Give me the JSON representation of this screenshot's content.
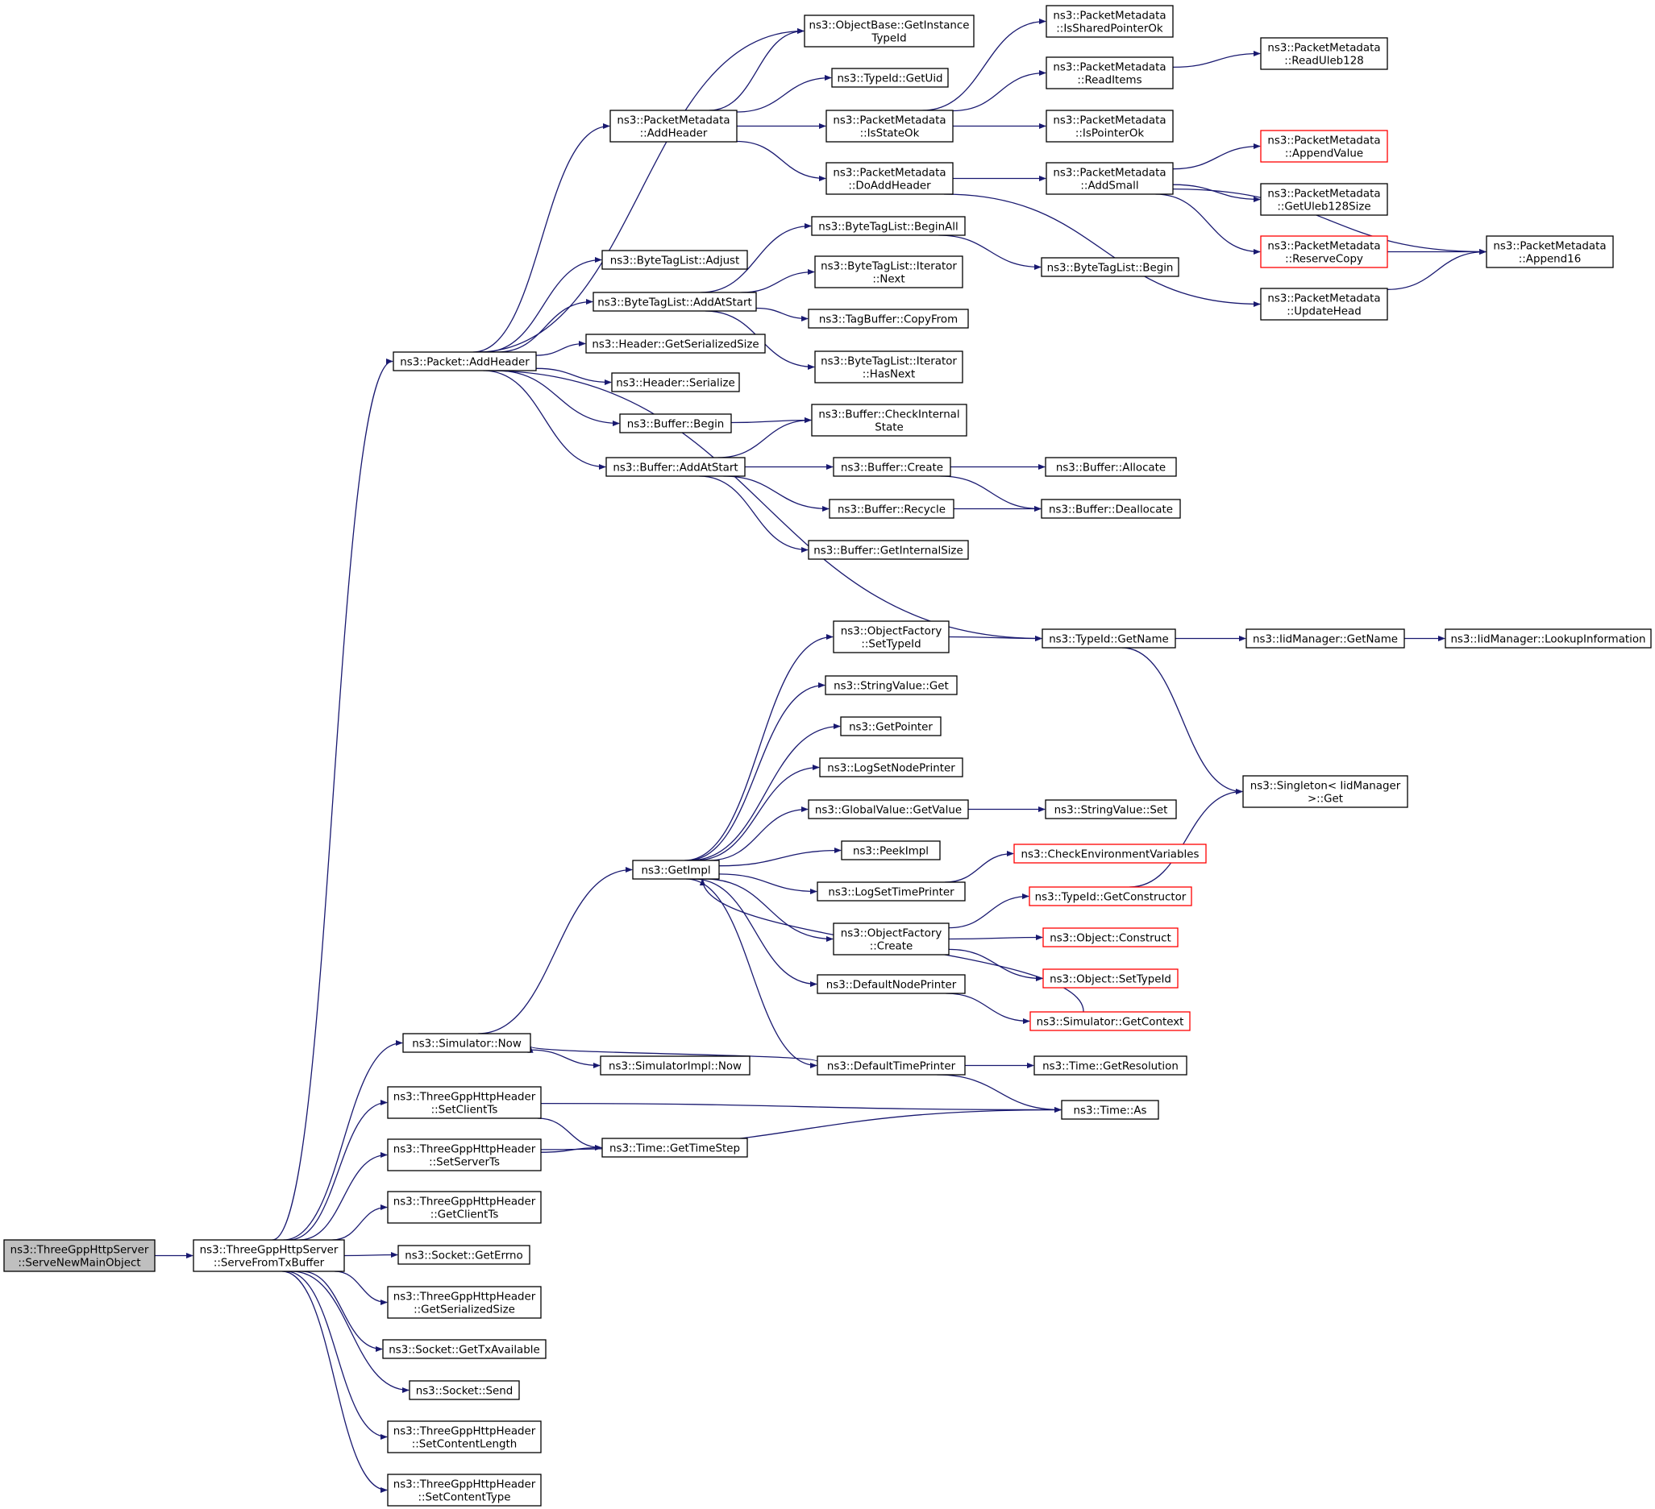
{
  "colors": {
    "edge": "#191970",
    "node_border": "#000000",
    "truncated_border": "#ff0000",
    "root_fill": "#bfbfbf"
  },
  "nodes": [
    {
      "id": "serveNewMain",
      "lines": [
        "ns3::ThreeGppHttpServer",
        "::ServeNewMainObject"
      ],
      "root": true
    },
    {
      "id": "serveFromTx",
      "lines": [
        "ns3::ThreeGppHttpServer",
        "::ServeFromTxBuffer"
      ]
    },
    {
      "id": "packetAddHeader",
      "lines": [
        "ns3::Packet::AddHeader"
      ]
    },
    {
      "id": "objBaseGetInst",
      "lines": [
        "ns3::ObjectBase::GetInstance",
        "TypeId"
      ]
    },
    {
      "id": "pmAddHeader",
      "lines": [
        "ns3::PacketMetadata",
        "::AddHeader"
      ]
    },
    {
      "id": "typeIdGetUid",
      "lines": [
        "ns3::TypeId::GetUid"
      ]
    },
    {
      "id": "pmIsStateOk",
      "lines": [
        "ns3::PacketMetadata",
        "::IsStateOk"
      ]
    },
    {
      "id": "pmIsShared",
      "lines": [
        "ns3::PacketMetadata",
        "::IsSharedPointerOk"
      ]
    },
    {
      "id": "pmReadItems",
      "lines": [
        "ns3::PacketMetadata",
        "::ReadItems"
      ]
    },
    {
      "id": "pmReadUleb",
      "lines": [
        "ns3::PacketMetadata",
        "::ReadUleb128"
      ]
    },
    {
      "id": "pmIsPointerOk",
      "lines": [
        "ns3::PacketMetadata",
        "::IsPointerOk"
      ]
    },
    {
      "id": "pmDoAddHeader",
      "lines": [
        "ns3::PacketMetadata",
        "::DoAddHeader"
      ]
    },
    {
      "id": "pmAddSmall",
      "lines": [
        "ns3::PacketMetadata",
        "::AddSmall"
      ]
    },
    {
      "id": "pmAppendValue",
      "lines": [
        "ns3::PacketMetadata",
        "::AppendValue"
      ],
      "truncated": true
    },
    {
      "id": "pmGetUlebSize",
      "lines": [
        "ns3::PacketMetadata",
        "::GetUleb128Size"
      ]
    },
    {
      "id": "pmReserveCopy",
      "lines": [
        "ns3::PacketMetadata",
        "::ReserveCopy"
      ],
      "truncated": true
    },
    {
      "id": "pmAppend16",
      "lines": [
        "ns3::PacketMetadata",
        "::Append16"
      ]
    },
    {
      "id": "pmUpdateHead",
      "lines": [
        "ns3::PacketMetadata",
        "::UpdateHead"
      ]
    },
    {
      "id": "btlAdjust",
      "lines": [
        "ns3::ByteTagList::Adjust"
      ]
    },
    {
      "id": "btlAddAtStart",
      "lines": [
        "ns3::ByteTagList::AddAtStart"
      ]
    },
    {
      "id": "btlBeginAll",
      "lines": [
        "ns3::ByteTagList::BeginAll"
      ]
    },
    {
      "id": "btlBegin",
      "lines": [
        "ns3::ByteTagList::Begin"
      ]
    },
    {
      "id": "btlIterNext",
      "lines": [
        "ns3::ByteTagList::Iterator",
        "::Next"
      ]
    },
    {
      "id": "tagBufCopyFrom",
      "lines": [
        "ns3::TagBuffer::CopyFrom"
      ]
    },
    {
      "id": "btlIterHasNext",
      "lines": [
        "ns3::ByteTagList::Iterator",
        "::HasNext"
      ]
    },
    {
      "id": "hdrGetSerSize",
      "lines": [
        "ns3::Header::GetSerializedSize"
      ]
    },
    {
      "id": "hdrSerialize",
      "lines": [
        "ns3::Header::Serialize"
      ]
    },
    {
      "id": "bufBegin",
      "lines": [
        "ns3::Buffer::Begin"
      ]
    },
    {
      "id": "bufCheckInternal",
      "lines": [
        "ns3::Buffer::CheckInternal",
        "State"
      ]
    },
    {
      "id": "bufAddAtStart",
      "lines": [
        "ns3::Buffer::AddAtStart"
      ]
    },
    {
      "id": "bufCreate",
      "lines": [
        "ns3::Buffer::Create"
      ]
    },
    {
      "id": "bufAllocate",
      "lines": [
        "ns3::Buffer::Allocate"
      ]
    },
    {
      "id": "bufRecycle",
      "lines": [
        "ns3::Buffer::Recycle"
      ]
    },
    {
      "id": "bufDeallocate",
      "lines": [
        "ns3::Buffer::Deallocate"
      ]
    },
    {
      "id": "bufGetInternalSize",
      "lines": [
        "ns3::Buffer::GetInternalSize"
      ]
    },
    {
      "id": "typeIdGetName",
      "lines": [
        "ns3::TypeId::GetName"
      ]
    },
    {
      "id": "iidGetName",
      "lines": [
        "ns3::IidManager::GetName"
      ]
    },
    {
      "id": "iidLookup",
      "lines": [
        "ns3::IidManager::LookupInformation"
      ]
    },
    {
      "id": "singletonGet",
      "lines": [
        "ns3::Singleton< IidManager",
        " >::Get"
      ]
    },
    {
      "id": "ofSetTypeId",
      "lines": [
        "ns3::ObjectFactory",
        "::SetTypeId"
      ]
    },
    {
      "id": "strValGet",
      "lines": [
        "ns3::StringValue::Get"
      ]
    },
    {
      "id": "getPointer",
      "lines": [
        "ns3::GetPointer"
      ]
    },
    {
      "id": "logSetNodePrinter",
      "lines": [
        "ns3::LogSetNodePrinter"
      ]
    },
    {
      "id": "gvGetValue",
      "lines": [
        "ns3::GlobalValue::GetValue"
      ]
    },
    {
      "id": "strValSet",
      "lines": [
        "ns3::StringValue::Set"
      ]
    },
    {
      "id": "peekImpl",
      "lines": [
        "ns3::PeekImpl"
      ]
    },
    {
      "id": "checkEnvVars",
      "lines": [
        "ns3::CheckEnvironmentVariables"
      ],
      "truncated": true
    },
    {
      "id": "getImpl",
      "lines": [
        "ns3::GetImpl"
      ]
    },
    {
      "id": "logSetTimePrinter",
      "lines": [
        "ns3::LogSetTimePrinter"
      ]
    },
    {
      "id": "typeIdGetCtor",
      "lines": [
        "ns3::TypeId::GetConstructor"
      ],
      "truncated": true
    },
    {
      "id": "ofCreate",
      "lines": [
        "ns3::ObjectFactory",
        "::Create"
      ]
    },
    {
      "id": "objConstruct",
      "lines": [
        "ns3::Object::Construct"
      ],
      "truncated": true
    },
    {
      "id": "objSetTypeId",
      "lines": [
        "ns3::Object::SetTypeId"
      ],
      "truncated": true
    },
    {
      "id": "defNodePrinter",
      "lines": [
        "ns3::DefaultNodePrinter"
      ]
    },
    {
      "id": "simGetContext",
      "lines": [
        "ns3::Simulator::GetContext"
      ],
      "truncated": true
    },
    {
      "id": "simNow",
      "lines": [
        "ns3::Simulator::Now"
      ]
    },
    {
      "id": "simImplNow",
      "lines": [
        "ns3::SimulatorImpl::Now"
      ]
    },
    {
      "id": "defTimePrinter",
      "lines": [
        "ns3::DefaultTimePrinter"
      ]
    },
    {
      "id": "timeGetRes",
      "lines": [
        "ns3::Time::GetResolution"
      ]
    },
    {
      "id": "timeAs",
      "lines": [
        "ns3::Time::As"
      ]
    },
    {
      "id": "hdrSetClientTs",
      "lines": [
        "ns3::ThreeGppHttpHeader",
        "::SetClientTs"
      ]
    },
    {
      "id": "timeGetTimeStep",
      "lines": [
        "ns3::Time::GetTimeStep"
      ]
    },
    {
      "id": "hdrSetServerTs",
      "lines": [
        "ns3::ThreeGppHttpHeader",
        "::SetServerTs"
      ]
    },
    {
      "id": "hdrGetClientTs",
      "lines": [
        "ns3::ThreeGppHttpHeader",
        "::GetClientTs"
      ]
    },
    {
      "id": "sockGetErrno",
      "lines": [
        "ns3::Socket::GetErrno"
      ]
    },
    {
      "id": "hdrGetSerSize2",
      "lines": [
        "ns3::ThreeGppHttpHeader",
        "::GetSerializedSize"
      ]
    },
    {
      "id": "sockGetTxAvail",
      "lines": [
        "ns3::Socket::GetTxAvailable"
      ]
    },
    {
      "id": "sockSend",
      "lines": [
        "ns3::Socket::Send"
      ]
    },
    {
      "id": "hdrSetContentLength",
      "lines": [
        "ns3::ThreeGppHttpHeader",
        "::SetContentLength"
      ]
    },
    {
      "id": "hdrSetContentType",
      "lines": [
        "ns3::ThreeGppHttpHeader",
        "::SetContentType"
      ]
    }
  ],
  "edges": [
    [
      "serveNewMain",
      "serveFromTx"
    ],
    [
      "serveFromTx",
      "packetAddHeader"
    ],
    [
      "serveFromTx",
      "simNow"
    ],
    [
      "serveFromTx",
      "hdrSetClientTs"
    ],
    [
      "serveFromTx",
      "hdrSetServerTs"
    ],
    [
      "serveFromTx",
      "hdrGetClientTs"
    ],
    [
      "serveFromTx",
      "sockGetErrno"
    ],
    [
      "serveFromTx",
      "hdrGetSerSize2"
    ],
    [
      "serveFromTx",
      "sockGetTxAvail"
    ],
    [
      "serveFromTx",
      "sockSend"
    ],
    [
      "serveFromTx",
      "hdrSetContentLength"
    ],
    [
      "serveFromTx",
      "hdrSetContentType"
    ],
    [
      "packetAddHeader",
      "objBaseGetInst"
    ],
    [
      "packetAddHeader",
      "pmAddHeader"
    ],
    [
      "packetAddHeader",
      "btlAdjust"
    ],
    [
      "packetAddHeader",
      "btlAddAtStart"
    ],
    [
      "packetAddHeader",
      "hdrGetSerSize"
    ],
    [
      "packetAddHeader",
      "hdrSerialize"
    ],
    [
      "packetAddHeader",
      "bufBegin"
    ],
    [
      "packetAddHeader",
      "bufAddAtStart"
    ],
    [
      "packetAddHeader",
      "typeIdGetName"
    ],
    [
      "pmAddHeader",
      "objBaseGetInst"
    ],
    [
      "pmAddHeader",
      "typeIdGetUid"
    ],
    [
      "pmAddHeader",
      "pmIsStateOk"
    ],
    [
      "pmAddHeader",
      "pmDoAddHeader"
    ],
    [
      "pmIsStateOk",
      "pmIsShared"
    ],
    [
      "pmIsStateOk",
      "pmReadItems"
    ],
    [
      "pmIsStateOk",
      "pmIsPointerOk"
    ],
    [
      "pmReadItems",
      "pmReadUleb"
    ],
    [
      "pmDoAddHeader",
      "pmAddSmall"
    ],
    [
      "pmDoAddHeader",
      "pmUpdateHead"
    ],
    [
      "pmAddSmall",
      "pmAppend16"
    ],
    [
      "pmAddSmall",
      "pmAppendValue"
    ],
    [
      "pmAddSmall",
      "pmGetUlebSize"
    ],
    [
      "pmAddSmall",
      "pmReserveCopy"
    ],
    [
      "pmReserveCopy",
      "pmAppend16"
    ],
    [
      "pmUpdateHead",
      "pmAppend16"
    ],
    [
      "btlAddAtStart",
      "btlBeginAll"
    ],
    [
      "btlAddAtStart",
      "btlIterNext"
    ],
    [
      "btlAddAtStart",
      "tagBufCopyFrom"
    ],
    [
      "btlAddAtStart",
      "btlIterHasNext"
    ],
    [
      "btlBeginAll",
      "btlBegin"
    ],
    [
      "bufBegin",
      "bufCheckInternal"
    ],
    [
      "bufAddAtStart",
      "bufCheckInternal"
    ],
    [
      "bufAddAtStart",
      "bufCreate"
    ],
    [
      "bufAddAtStart",
      "bufRecycle"
    ],
    [
      "bufAddAtStart",
      "bufGetInternalSize"
    ],
    [
      "bufCreate",
      "bufAllocate"
    ],
    [
      "bufCreate",
      "bufDeallocate"
    ],
    [
      "bufRecycle",
      "bufDeallocate"
    ],
    [
      "typeIdGetName",
      "iidGetName"
    ],
    [
      "typeIdGetName",
      "singletonGet"
    ],
    [
      "iidGetName",
      "iidLookup"
    ],
    [
      "simNow",
      "getImpl"
    ],
    [
      "simNow",
      "simImplNow"
    ],
    [
      "getImpl",
      "ofSetTypeId"
    ],
    [
      "getImpl",
      "strValGet"
    ],
    [
      "getImpl",
      "getPointer"
    ],
    [
      "getImpl",
      "logSetNodePrinter"
    ],
    [
      "getImpl",
      "gvGetValue"
    ],
    [
      "getImpl",
      "peekImpl"
    ],
    [
      "getImpl",
      "logSetTimePrinter"
    ],
    [
      "getImpl",
      "ofCreate"
    ],
    [
      "getImpl",
      "defNodePrinter"
    ],
    [
      "getImpl",
      "defTimePrinter"
    ],
    [
      "ofSetTypeId",
      "typeIdGetName"
    ],
    [
      "gvGetValue",
      "strValSet"
    ],
    [
      "logSetTimePrinter",
      "checkEnvVars"
    ],
    [
      "ofCreate",
      "typeIdGetCtor"
    ],
    [
      "ofCreate",
      "objConstruct"
    ],
    [
      "ofCreate",
      "objSetTypeId"
    ],
    [
      "typeIdGetCtor",
      "singletonGet"
    ],
    [
      "defNodePrinter",
      "simGetContext"
    ],
    [
      "simGetContext",
      "getImpl"
    ],
    [
      "defTimePrinter",
      "simNow"
    ],
    [
      "defTimePrinter",
      "timeGetRes"
    ],
    [
      "defTimePrinter",
      "timeAs"
    ],
    [
      "hdrSetClientTs",
      "timeAs"
    ],
    [
      "hdrSetClientTs",
      "timeGetTimeStep"
    ],
    [
      "hdrSetServerTs",
      "timeGetTimeStep"
    ],
    [
      "hdrSetServerTs",
      "timeAs"
    ]
  ]
}
